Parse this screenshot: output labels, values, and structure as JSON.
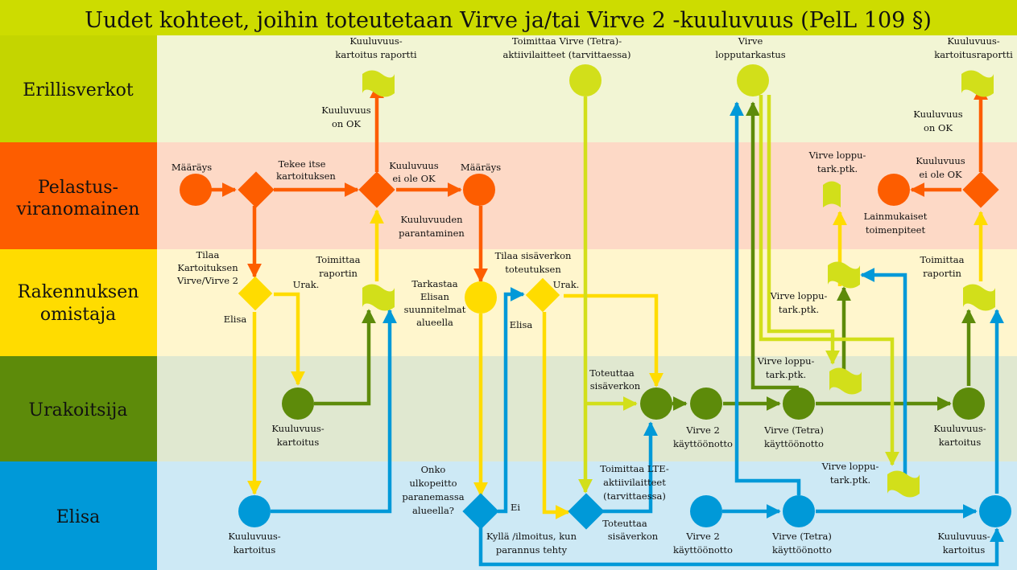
{
  "title": "Uudet kohteet, joihin toteutetaan Virve ja/tai Virve 2 -kuuluvuus  (PelL 109 §)",
  "colors": {
    "title_bar": "#cddc00",
    "erillisverkot": "#c4d500",
    "pelastus": "#fd5d00",
    "rakennuksen": "#ffdc00",
    "urakoitsija": "#5d8b0a",
    "elisa": "#0099d8",
    "lime": "#d2df1a"
  },
  "lanes": [
    {
      "id": "erillisverkot",
      "lines": [
        "Erillisverkot"
      ]
    },
    {
      "id": "pelastus",
      "lines": [
        "Pelastus-",
        "viranomainen"
      ]
    },
    {
      "id": "rakennuksen",
      "lines": [
        "Rakennuksen",
        "omistaja"
      ]
    },
    {
      "id": "urakoitsija",
      "lines": [
        "Urakoitsija"
      ]
    },
    {
      "id": "elisa",
      "lines": [
        "Elisa"
      ]
    }
  ],
  "labels": {
    "maarays_1": "Määräys",
    "tekee_itse_1": "Tekee itse",
    "tekee_itse_2": "kartoituksen",
    "kuul_raportti_1": "Kuuluvuus-",
    "kuul_raportti_2": "kartoitus raportti",
    "kuul_ok_1": "Kuuluvuus",
    "kuul_ok_2": "on OK",
    "kuul_ei_ok_1": "Kuuluvuus",
    "kuul_ei_ok_2": "ei ole OK",
    "maarays_2": "Määräys",
    "kuul_parant_1": "Kuuluvuuden",
    "kuul_parant_2": "parantaminen",
    "tilaa_kart_1": "Tilaa",
    "tilaa_kart_2": "Kartoituksen",
    "tilaa_kart_3": "Virve/Virve 2",
    "urak_1": "Urak.",
    "elisa_1": "Elisa",
    "toim_rap_1": "Toimittaa",
    "toim_rap_2": "raportin",
    "tarkastaa_1": "Tarkastaa",
    "tarkastaa_2": "Elisan",
    "tarkastaa_3": "suunnitelmat",
    "tarkastaa_4": "alueella",
    "tilaa_sis_1": "Tilaa sisäverkon",
    "tilaa_sis_2": "toteutuksen",
    "urak_2": "Urak.",
    "elisa_2": "Elisa",
    "kuul_kart_u_1": "Kuuluvuus-",
    "kuul_kart_u_2": "kartoitus",
    "kuul_kart_e_1": "Kuuluvuus-",
    "kuul_kart_e_2": "kartoitus",
    "onko_1": "Onko",
    "onko_2": "ulkopeitto",
    "onko_3": "paranemassa",
    "onko_4": "alueella?",
    "ei": "Ei",
    "kylla_1": "Kyllä /ilmoitus, kun",
    "kylla_2": "parannus tehty",
    "toim_virve_1": "Toimittaa Virve (Tetra)-",
    "toim_virve_2": "aktiivilaitteet (tarvittaessa)",
    "toteuttaa_u_1": "Toteuttaa",
    "toteuttaa_u_2": "sisäverkon",
    "toim_lte_1": "Toimittaa LTE-",
    "toim_lte_2": "aktiivilaitteet",
    "toim_lte_3": "(tarvittaessa)",
    "toteuttaa_e_1": "Toteuttaa",
    "toteuttaa_e_2": "sisäverkon",
    "virve2_u_1": "Virve 2",
    "virve2_u_2": "käyttöönotto",
    "virve2_e_1": "Virve 2",
    "virve2_e_2": "käyttöönotto",
    "virvetetra_u_1": "Virve (Tetra)",
    "virvetetra_u_2": "käyttöönotto",
    "virvetetra_e_1": "Virve (Tetra)",
    "virvetetra_e_2": "käyttöönotto",
    "virve_loppu_1": "Virve",
    "virve_loppu_2": "lopputarkastus",
    "vlp_r_1": "Virve loppu-",
    "vlp_r_2": "tark.ptk.",
    "vlp_u_1": "Virve loppu-",
    "vlp_u_2": "tark.ptk.",
    "vlp_e_1": "Virve loppu-",
    "vlp_e_2": "tark.ptk.",
    "vlp_p_1": "Virve loppu-",
    "vlp_p_2": "tark.ptk.",
    "kuul_kart_rap2_1": "Kuuluvuus-",
    "kuul_kart_rap2_2": "kartoitusraportti",
    "kuul_ok2_1": "Kuuluvuus",
    "kuul_ok2_2": "on OK",
    "kuul_ei_ok2_1": "Kuuluvuus",
    "kuul_ei_ok2_2": "ei ole OK",
    "lainmuk_1": "Lainmukaiset",
    "lainmuk_2": "toimenpiteet",
    "toim_rap2_1": "Toimittaa",
    "toim_rap2_2": "raportin",
    "kuul_kart_u2_1": "Kuuluvuus-",
    "kuul_kart_u2_2": "kartoitus",
    "kuul_kart_e2_1": "Kuuluvuus-",
    "kuul_kart_e2_2": "kartoitus"
  }
}
